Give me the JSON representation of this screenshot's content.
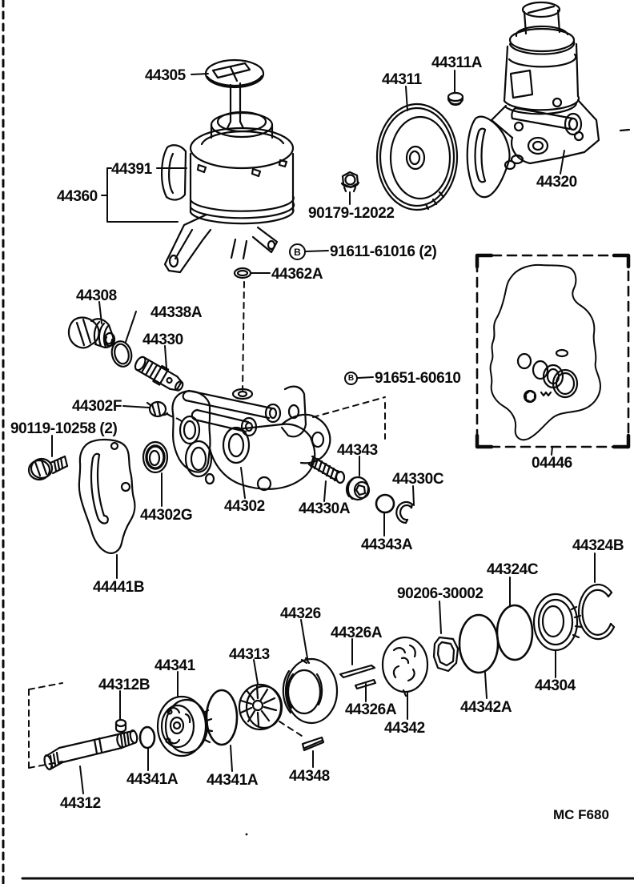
{
  "footer": {
    "code": "MC F680"
  },
  "callouts": {
    "bolt_b_1": "B",
    "bolt_b_2": "B"
  },
  "labels": [
    {
      "text": "44305"
    },
    {
      "text": "44391"
    },
    {
      "text": "44360"
    },
    {
      "text": "44311A"
    },
    {
      "text": "44311"
    },
    {
      "text": "44320"
    },
    {
      "text": "90179-12022"
    },
    {
      "text": "91611-61016 (2)"
    },
    {
      "text": "44362A"
    },
    {
      "text": "44308"
    },
    {
      "text": "44338A"
    },
    {
      "text": "44330"
    },
    {
      "text": "91651-60610"
    },
    {
      "text": "44302F"
    },
    {
      "text": "90119-10258 (2)"
    },
    {
      "text": "44343"
    },
    {
      "text": "04446"
    },
    {
      "text": "44330C"
    },
    {
      "text": "44302"
    },
    {
      "text": "44330A"
    },
    {
      "text": "44302G"
    },
    {
      "text": "44343A"
    },
    {
      "text": "44324B"
    },
    {
      "text": "44324C"
    },
    {
      "text": "44441B"
    },
    {
      "text": "90206-30002"
    },
    {
      "text": "44326"
    },
    {
      "text": "44326A"
    },
    {
      "text": "44313"
    },
    {
      "text": "44341"
    },
    {
      "text": "44312B"
    },
    {
      "text": "44304"
    },
    {
      "text": "44342A"
    },
    {
      "text": "44326A"
    },
    {
      "text": "44342"
    },
    {
      "text": "44341A"
    },
    {
      "text": "44341A"
    },
    {
      "text": "44348"
    },
    {
      "text": "44312"
    }
  ]
}
